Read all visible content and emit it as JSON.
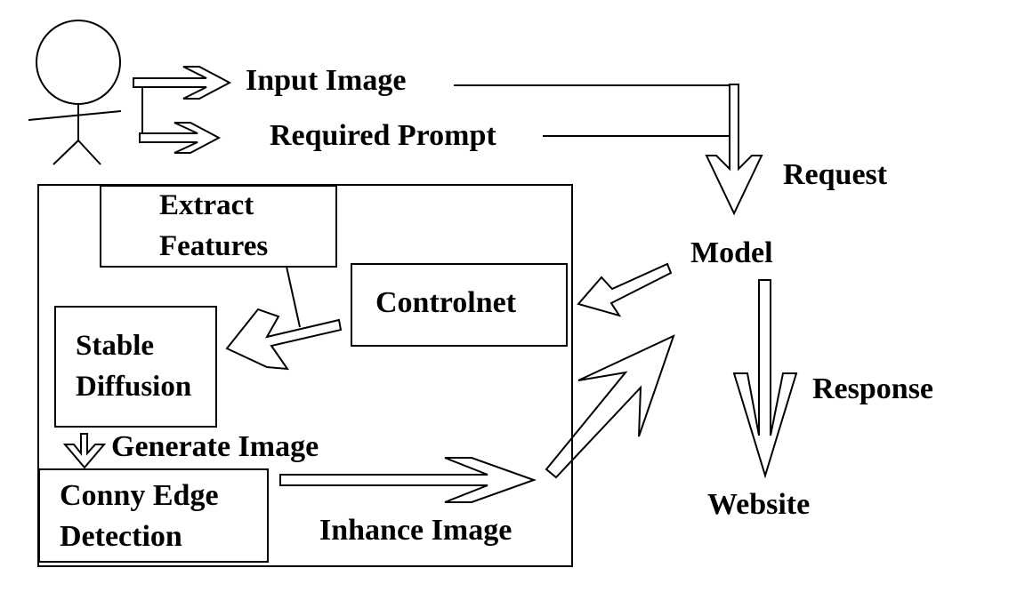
{
  "labels": {
    "input_image": "Input Image",
    "required_prompt": "Required Prompt",
    "request": "Request",
    "model": "Model",
    "response": "Response",
    "website": "Website",
    "generate_image": "Generate Image",
    "inhance_image": "Inhance Image"
  },
  "boxes": {
    "extract_features": "Extract\nFeatures",
    "controlnet": "Controlnet",
    "stable_diffusion": "Stable\nDiffusion",
    "conny_edge_detection": "Conny Edge\nDetection"
  },
  "colors": {
    "stroke": "#000000",
    "fill": "#ffffff"
  }
}
